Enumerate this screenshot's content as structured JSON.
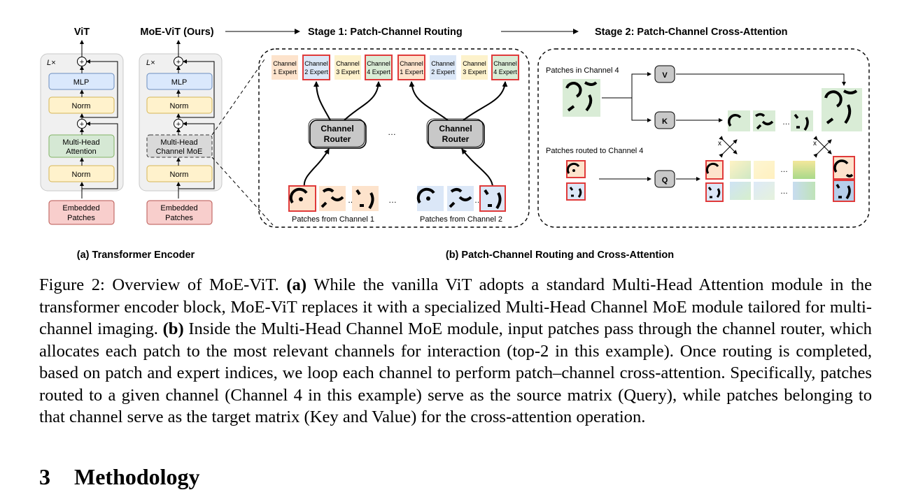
{
  "figure": {
    "panel_a": {
      "vit_title": "ViT",
      "moe_title": "MoE-ViT (Ours)",
      "layers_label": "L×",
      "mlp": "MLP",
      "norm": "Norm",
      "mha_line1": "Multi-Head",
      "mha_line2": "Attention",
      "moe_line1": "Multi-Head",
      "moe_line2": "Channel MoE",
      "embed_line1": "Embedded",
      "embed_line2": "Patches",
      "plus": "+",
      "label": "(a) Transformer Encoder"
    },
    "stage1": {
      "title": "Stage 1: Patch-Channel Routing",
      "experts": [
        {
          "line1": "Channel",
          "line2": "1 Expert",
          "color": "#fde3cc"
        },
        {
          "line1": "Channel",
          "line2": "2 Expert",
          "color": "#dbe7f7"
        },
        {
          "line1": "Channel",
          "line2": "3 Expert",
          "color": "#fdf2cc"
        },
        {
          "line1": "Channel",
          "line2": "4 Expert",
          "color": "#d9ecd6"
        }
      ],
      "router_line1": "Channel",
      "router_line2": "Router",
      "ellipsis": "…",
      "patches_ch1": "Patches from Channel 1",
      "patches_ch2": "Patches from Channel 2"
    },
    "stage2": {
      "title": "Stage 2: Patch-Channel Cross-Attention",
      "patches_in_ch4": "Patches in Channel 4",
      "patches_routed": "Patches routed to Channel 4",
      "v": "V",
      "k": "K",
      "q": "Q",
      "x": "x",
      "ellipsis": "…"
    },
    "label_b": "(b) Patch-Channel Routing and Cross-Attention"
  },
  "caption": {
    "prefix": "Figure 2: Overview of MoE-ViT. ",
    "a_label": "(a)",
    "a_text": " While the vanilla ViT adopts a standard Multi-Head Attention module in the transformer encoder block, MoE-ViT replaces it with a specialized Multi-Head Channel MoE module tailored for multi-channel imaging. ",
    "b_label": "(b)",
    "b_text": " Inside the Multi-Head Channel MoE module, input patches pass through the channel router, which allocates each patch to the most relevant channels for interaction (top-2 in this example). Once routing is completed, based on patch and expert indices, we loop each channel to perform patch–channel cross-attention. Specifically, patches routed to a given channel (Channel 4 in this example) serve as the source matrix (Query), while patches belonging to that channel serve as the target matrix (Key and Value) for the cross-attention operation."
  },
  "section": {
    "number": "3",
    "title": "Methodology"
  },
  "colors": {
    "mlp_fill": "#dae8fc",
    "mlp_stroke": "#6c8ebf",
    "norm_fill": "#fff2cc",
    "norm_stroke": "#d6b656",
    "attn_fill": "#d5e8d4",
    "attn_stroke": "#82b366",
    "moe_fill": "#d9d9d9",
    "embed_fill": "#f8cecc",
    "embed_stroke": "#b85450",
    "highlight_red": "#e03a3a",
    "encoder_bg": "#f0f0f0"
  }
}
